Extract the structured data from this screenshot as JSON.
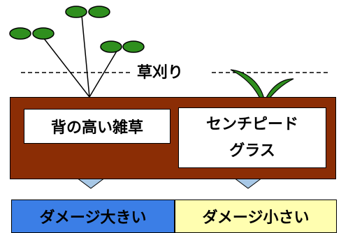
{
  "mowing_label": "草刈り",
  "tall_weeds_label": "背の高い雑草",
  "centipede_label": "センチピード\nグラス",
  "result_left": "ダメージ大きい",
  "result_right": "ダメージ小さい",
  "colors": {
    "soil": "#8b2d05",
    "leaf": "#2f8f1e",
    "arrow": "#a8c8e6",
    "result_left_bg": "#3b7ee6",
    "result_right_bg": "#fffeb0"
  }
}
